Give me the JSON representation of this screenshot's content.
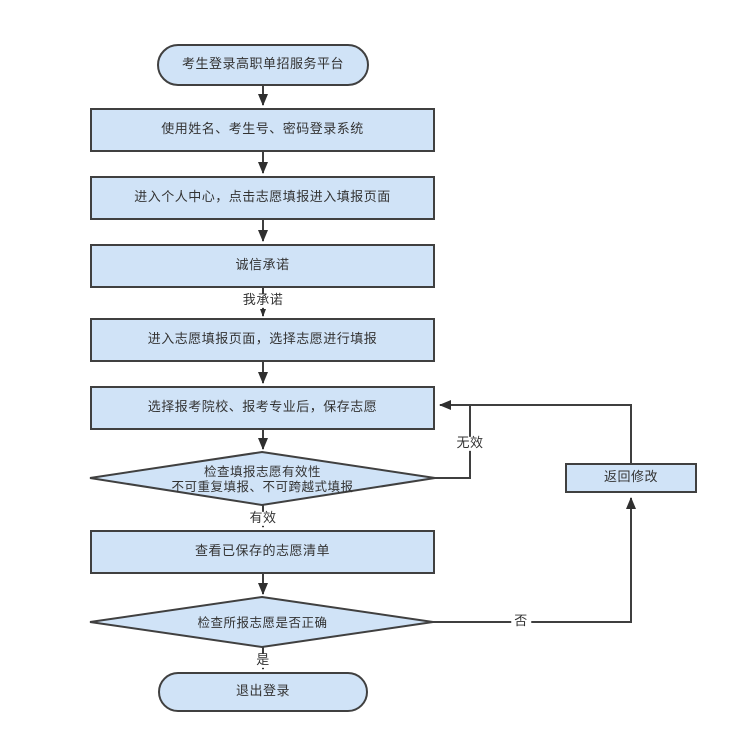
{
  "diagram": {
    "type": "flowchart",
    "nodes": {
      "start": "考生登录高职单招服务平台",
      "login": "使用姓名、考生号、密码登录系统",
      "personal_center": "进入个人中心，点击志愿填报进入填报页面",
      "integrity_pledge": "诚信承诺",
      "enter_fill_page": "进入志愿填报页面，选择志愿进行填报",
      "select_and_save": "选择报考院校、报考专业后，保存志愿",
      "check_validity_line1": "检查填报志愿有效性",
      "check_validity_line2": "不可重复填报、不可跨越式填报",
      "view_saved_list": "查看已保存的志愿清单",
      "check_correct": "检查所报志愿是否正确",
      "return_modify": "返回修改",
      "end": "退出登录"
    },
    "edge_labels": {
      "promise": "我承诺",
      "valid": "有效",
      "invalid": "无效",
      "yes": "是",
      "no": "否"
    },
    "colors": {
      "node_fill": "#d0e3f7",
      "node_border": "#404040",
      "connector": "#3f3f3f",
      "text": "#333333",
      "background": "#ffffff"
    }
  }
}
